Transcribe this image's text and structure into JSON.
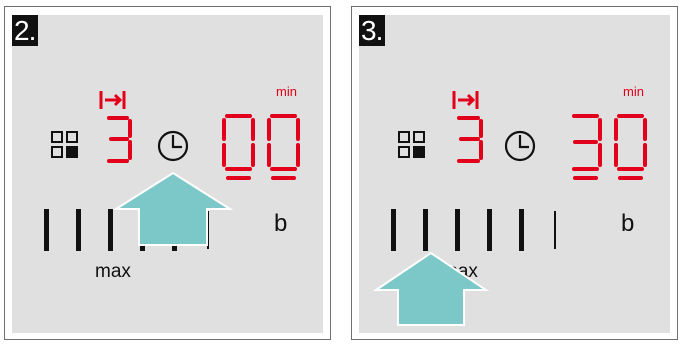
{
  "colors": {
    "display_red": "#e2001a",
    "symbol_black": "#111111",
    "panel_background": "#e0e0e0",
    "arrow_fill": "#7cc8c8"
  },
  "panels": [
    {
      "step": "2.",
      "power_level": "3",
      "time_digits": [
        "0",
        "0"
      ],
      "time_unit": "min",
      "indicator": "b",
      "level_label": "max",
      "icons": [
        "boost-arrow-icon",
        "zone-selector-icon",
        "clock-icon"
      ],
      "arrow_target": "clock-icon"
    },
    {
      "step": "3.",
      "power_level": "3",
      "time_digits": [
        "3",
        "0"
      ],
      "time_unit": "min",
      "indicator": "b",
      "level_label": "max",
      "icons": [
        "boost-arrow-icon",
        "zone-selector-icon",
        "clock-icon"
      ],
      "arrow_target": "power-slider"
    }
  ]
}
